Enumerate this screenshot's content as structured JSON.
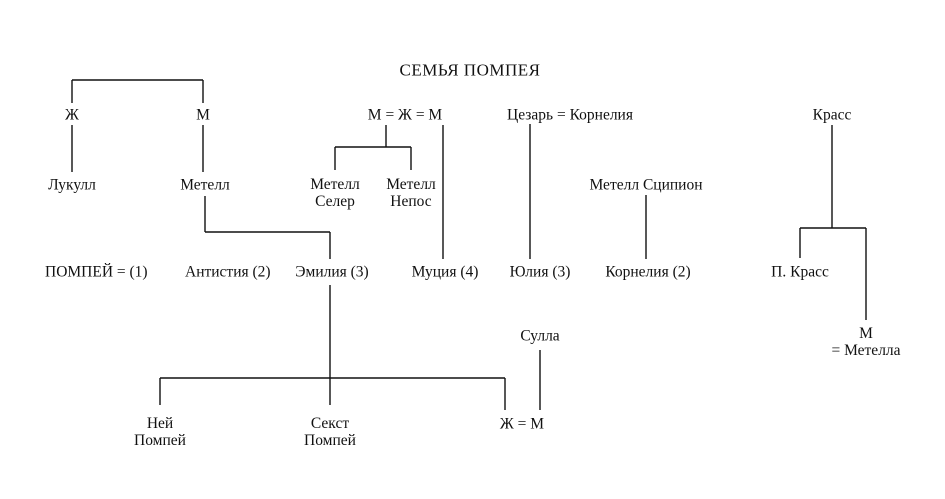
{
  "title": "СЕМЬЯ ПОМПЕЯ",
  "nodes": {
    "zh_top": "Ж",
    "m_top": "М",
    "lucullus": "Лукулл",
    "metellus": "Метелл",
    "m_zh_m": "М = Ж = М",
    "metellus_celer": [
      "Метелл",
      "Селер"
    ],
    "metellus_nepos": [
      "Метелл",
      "Непос"
    ],
    "caesar_cornelia": "Цезарь = Корнелия",
    "metellus_scipio": "Метелл Сципион",
    "crassus": "Красс",
    "pompey": "ПОМПЕЙ = (1)",
    "antistia": "Антистия (2)",
    "aemilia": "Эмилия (3)",
    "mucia": "Муция (4)",
    "julia": "Юлия (3)",
    "cornelia": "Корнелия (2)",
    "p_crassus": "П. Красс",
    "m_metella": [
      "М",
      "= Метелла"
    ],
    "sulla": "Сулла",
    "gnaeus_pompey": [
      "Ней",
      "Помпей"
    ],
    "sextus_pompey": [
      "Секст",
      "Помпей"
    ],
    "zh_m_bottom": "Ж = М"
  }
}
